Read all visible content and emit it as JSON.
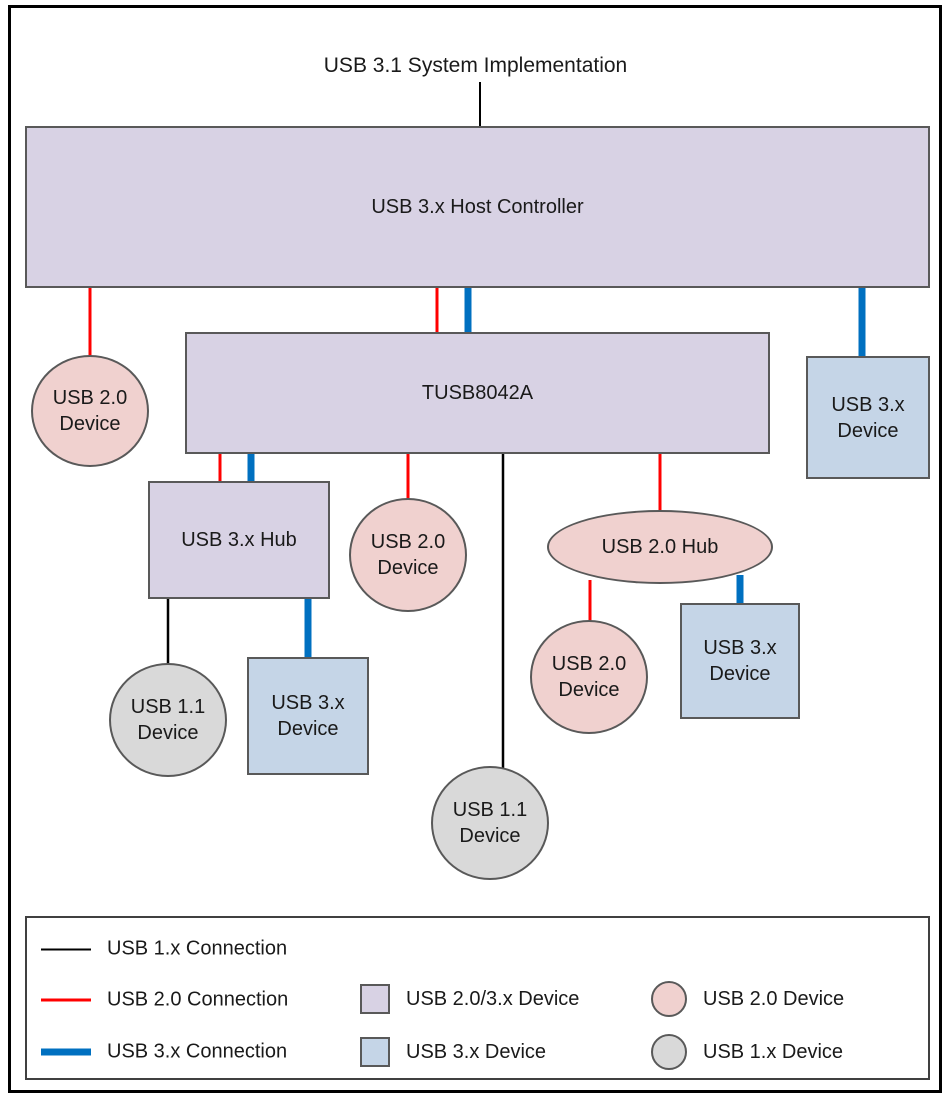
{
  "title": "USB 3.1 System Implementation",
  "colors": {
    "usb1_connection": "#000000",
    "usb2_connection": "#ff0000",
    "usb3_connection": "#0070c0",
    "device_2x3x_fill": "#d8d2e4",
    "device_3x_fill": "#c5d5e7",
    "device_2x_fill": "#f0d1cf",
    "device_1x_fill": "#d9d9d9"
  },
  "nodes": {
    "host_controller": "USB 3.x Host Controller",
    "tusb8042a": "TUSB8042A",
    "usb3_hub": "USB 3.x Hub",
    "usb2_hub": "USB 2.0 Hub",
    "usb2_device_under_host": "USB 2.0 Device",
    "usb3_device_under_host": "USB 3.x Device",
    "usb2_device_under_tusb": "USB 2.0 Device",
    "usb11_device_under_tusb": "USB 1.1 Device",
    "usb11_device_under_hub3": "USB 1.1 Device",
    "usb3_device_under_hub3": "USB 3.x Device",
    "usb2_device_under_hub2": "USB 2.0 Device",
    "usb3_device_under_hub2": "USB 3.x Device"
  },
  "legend": {
    "usb1_connection": "USB 1.x Connection",
    "usb2_connection": "USB 2.0 Connection",
    "usb3_connection": "USB 3.x Connection",
    "device_2x3x": "USB 2.0/3.x Device",
    "device_3x": "USB 3.x Device",
    "device_2x": "USB 2.0 Device",
    "device_1x": "USB 1.x Device"
  }
}
